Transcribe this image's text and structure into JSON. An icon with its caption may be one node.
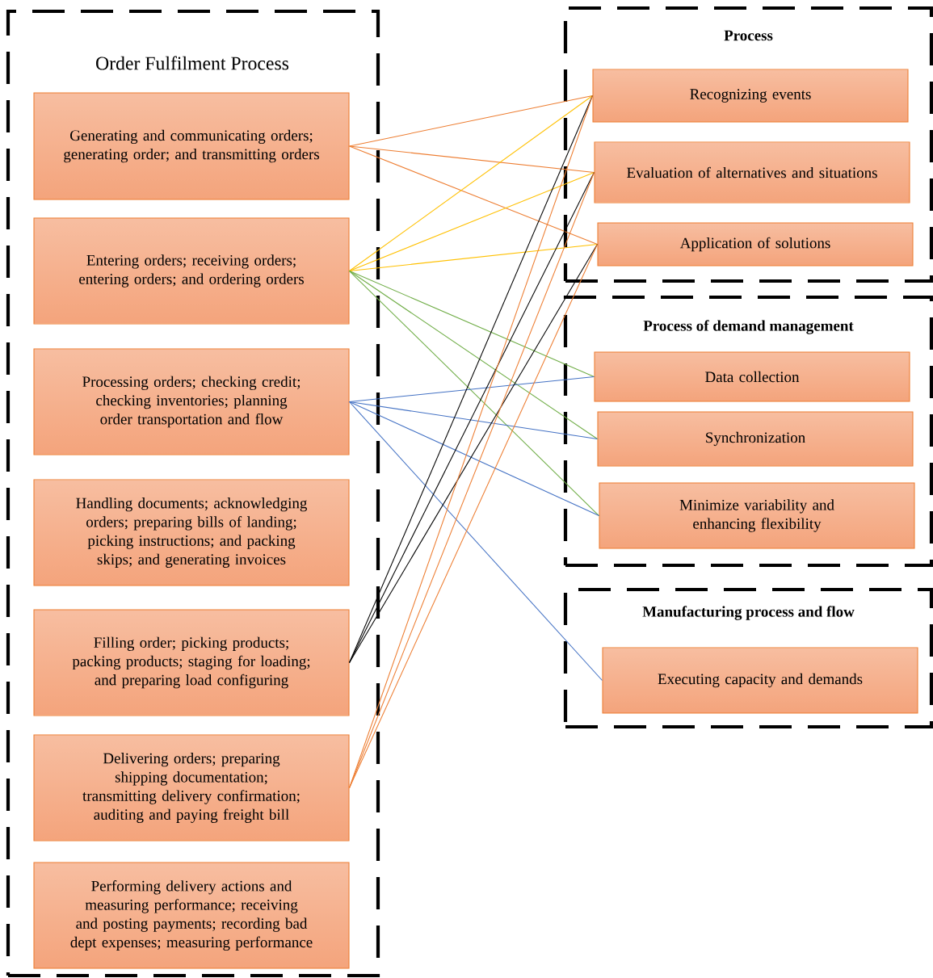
{
  "diagram": {
    "nodes": [
      {
        "text": [
          "Order Fulfilment Process"
        ]
      },
      {
        "text": [
          "Generating and communicating orders; generating order; and transmitting orders"
        ],
        "in": 0
      },
      {
        "text": [
          "Entering orders; receiving orders; entering orders; and ordering orders"
        ],
        "in": 0
      },
      {
        "text": [
          "Processing orders; checking credit; checking inventories; planning order transportation and flow"
        ],
        "in": 0
      },
      {
        "text": [
          "Handling documents; acknowledging orders; preparing bills of landing; picking instructions; and packing skips; and generating invoices"
        ],
        "in": 0
      },
      {
        "text": [
          "Filling order; picking products; packing products; staging for loading; and preparing load configuring"
        ],
        "in": 0
      },
      {
        "text": [
          "Delivering orders; preparing shipping documentation; transmitting delivery confirmation; auditing and paying freight bill"
        ],
        "in": 0
      },
      {
        "text": [
          "Performing delivery actions and measuring performance; receiving and posting payments; recording bad dept expenses; measuring performance"
        ],
        "in": 0
      },
      {
        "text": [
          "Process"
        ]
      },
      {
        "text": [
          "Recognizing events"
        ],
        "in": 8
      },
      {
        "text": [
          "Evaluation of alternatives and situations"
        ],
        "in": 8
      },
      {
        "text": [
          "Application of solutions"
        ],
        "in": 8
      },
      {
        "text": [
          "Process of demand management"
        ]
      },
      {
        "text": [
          "Data collection"
        ],
        "in": 12
      },
      {
        "text": [
          "Synchronization"
        ],
        "in": 12
      },
      {
        "text": [
          "Minimize variability and enhancing flexibility"
        ],
        "in": 12
      },
      {
        "text": [
          "Manufacturing process and flow"
        ]
      },
      {
        "text": [
          "Executing capacity and demands"
        ],
        "in": 16
      }
    ],
    "edges": [
      {
        "from": 1,
        "to": 9,
        "arrow": "none",
        "color": "#ed7d31"
      },
      {
        "from": 1,
        "to": 10,
        "arrow": "none",
        "color": "#ed7d31"
      },
      {
        "from": 1,
        "to": 11,
        "arrow": "none",
        "color": "#ed7d31"
      },
      {
        "from": 2,
        "to": 9,
        "arrow": "none",
        "color": "#ffc000"
      },
      {
        "from": 2,
        "to": 10,
        "arrow": "none",
        "color": "#ffc000"
      },
      {
        "from": 2,
        "to": 11,
        "arrow": "none",
        "color": "#ffc000"
      },
      {
        "from": 2,
        "to": 13,
        "arrow": "none",
        "color": "#70ad47"
      },
      {
        "from": 2,
        "to": 14,
        "arrow": "none",
        "color": "#70ad47"
      },
      {
        "from": 2,
        "to": 15,
        "arrow": "none",
        "color": "#70ad47"
      },
      {
        "from": 3,
        "to": 13,
        "arrow": "none",
        "color": "#4472c4"
      },
      {
        "from": 3,
        "to": 14,
        "arrow": "none",
        "color": "#4472c4"
      },
      {
        "from": 3,
        "to": 15,
        "arrow": "none",
        "color": "#4472c4"
      },
      {
        "from": 3,
        "to": 17,
        "arrow": "none",
        "color": "#4472c4"
      },
      {
        "from": 5,
        "to": 9,
        "arrow": "none",
        "color": "#000000"
      },
      {
        "from": 5,
        "to": 10,
        "arrow": "none",
        "color": "#000000"
      },
      {
        "from": 5,
        "to": 11,
        "arrow": "none",
        "color": "#000000"
      },
      {
        "from": 6,
        "to": 9,
        "arrow": "none",
        "color": "#ed7d31"
      },
      {
        "from": 6,
        "to": 10,
        "arrow": "none",
        "color": "#ed7d31"
      },
      {
        "from": 6,
        "to": 11,
        "arrow": "none",
        "color": "#ed7d31"
      }
    ]
  }
}
